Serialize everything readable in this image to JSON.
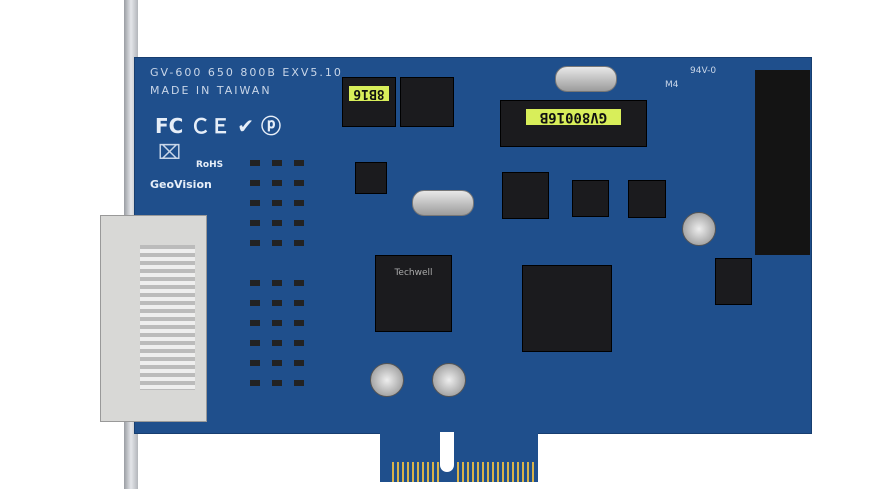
{
  "board": {
    "model_text": "GV-600 650 800B EXV5.10",
    "origin_text": "MADE IN TAIWAN",
    "rohs_text": "RoHS",
    "brand_text": "GeoVision",
    "rating_text": "94V-0",
    "m4_text": "M4",
    "chip_label_small": "8B16",
    "chip_label_large": "GV80016B",
    "decoder_chip_text": "Techwell",
    "cert_icons": [
      "fcc-icon",
      "ce-icon",
      "c-tick-icon",
      "pb-free-icon",
      "weee-icon"
    ],
    "colors": {
      "pcb": "#1f4f8c",
      "label": "#d8ee5a",
      "gold": "#d7b24a"
    }
  }
}
